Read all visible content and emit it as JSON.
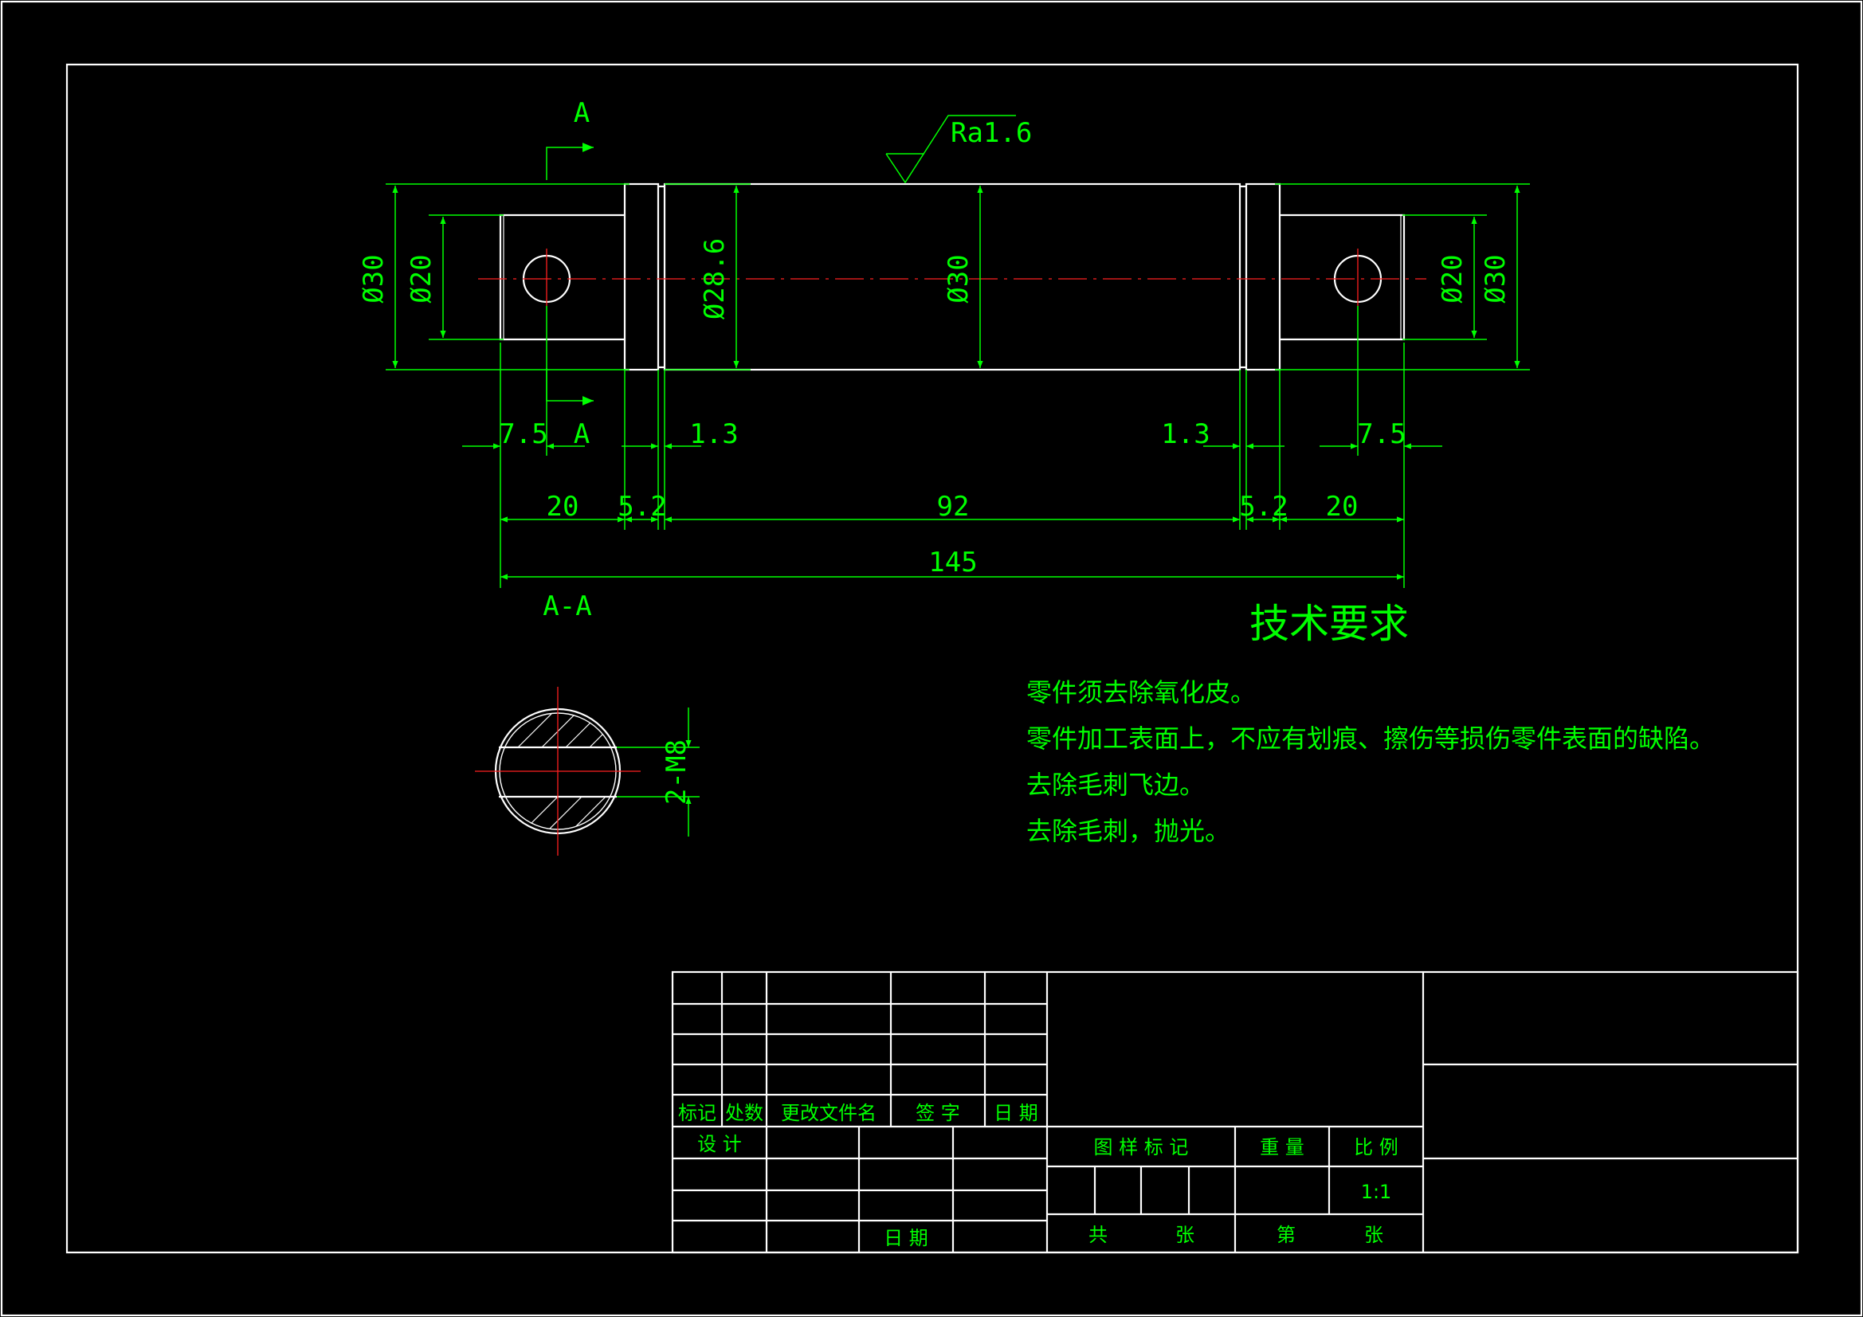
{
  "colors": {
    "background": "#000000",
    "outline": "#ffffff",
    "annotation": "#00ff00",
    "centerline": "#ff2020"
  },
  "section_marks": {
    "top": "A",
    "bottom": "A",
    "section_title": "A-A"
  },
  "surface_finish": "Ra1.6",
  "diameters": {
    "left_outer": "Ø30",
    "left_inner": "Ø20",
    "body_inner": "Ø28.6",
    "body": "Ø30",
    "right_inner": "Ø20",
    "right_outer": "Ø30"
  },
  "dimensions": {
    "hole_left": "7.5",
    "groove_left": "1.3",
    "groove_right": "1.3",
    "hole_right": "7.5",
    "end_left": "20",
    "collar_left": "5.2",
    "middle": "92",
    "collar_right": "5.2",
    "end_right": "20",
    "overall": "145"
  },
  "section_thread": "2-M8",
  "tech_req": {
    "title": "技术要求",
    "items": [
      "零件须去除氧化皮。",
      "零件加工表面上，不应有划痕、擦伤等损伤零件表面的缺陷。",
      "去除毛刺飞边。",
      "去除毛刺，抛光。"
    ]
  },
  "title_block": {
    "mark": "标记",
    "count": "处数",
    "change_doc": "更改文件名",
    "sign": "签 字",
    "date": "日 期",
    "design": "设 计",
    "date2": "日 期",
    "drawing_mark": "图 样 标 记",
    "weight": "重 量",
    "scale_label": "比 例",
    "scale": "1:1",
    "total": "共",
    "sheet": "张",
    "number": "第",
    "sheet2": "张"
  }
}
